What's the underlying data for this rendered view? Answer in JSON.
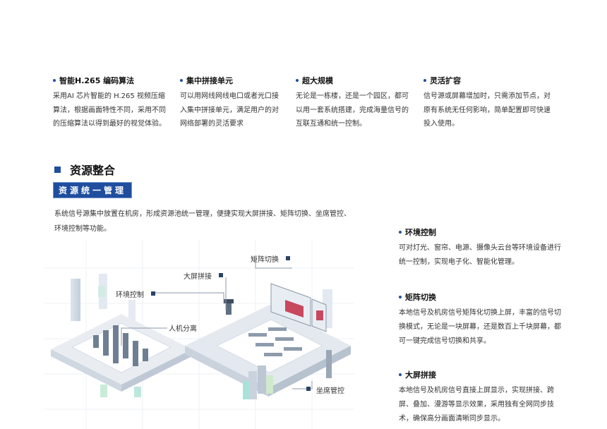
{
  "features": [
    {
      "title": "智能H.265 编码算法",
      "desc": "采用AI 芯片智能的 H.265 视频压缩算法，根据画面特性不同，采用不同的压缩算法以得到最好的视觉体验。"
    },
    {
      "title": "集中拼接单元",
      "desc": "可以用网线网线电口或者光口接入集中拼接单元，满足用户的对网络部署的灵活要求"
    },
    {
      "title": "超大规模",
      "desc": "无论是一栋楼，还是一个园区，都可以用一套系统搭建，完成海量信号的互联互通和统一控制。"
    },
    {
      "title": "灵活扩容",
      "desc": "信号源或屏幕增加时，只需添加节点，对原有系统无任何影响，简单配置即可快速投入使用。"
    }
  ],
  "section": {
    "heading": "资源整合",
    "tag": "资源统一管理",
    "intro": "系统信号源集中放置在机房，形成资源池统一管理，便捷实现大屏拼接、矩阵切换、坐席管控、环境控制等功能。"
  },
  "illustration": {
    "labels": {
      "matrix": "矩阵切换",
      "bigscreen": "大屏拼接",
      "env": "环境控制",
      "separation": "人机分离",
      "seat": "坐席管控"
    }
  },
  "side_items": [
    {
      "title": "环境控制",
      "desc": "可对灯光、窗帘、电源、摄像头云台等环境设备进行统一控制，实现电子化、智能化管理。"
    },
    {
      "title": "矩阵切换",
      "desc": "本地信号及机房信号矩阵化切换上屏，丰富的信号切换模式，无论是一块屏幕，还是数百上千块屏幕，都可一键完成信号切换和共享。"
    },
    {
      "title": "大屏拼接",
      "desc": "本地信号及机房信号直接上屏显示，实现拼接、跨屏、叠加、漫游等显示效果，采用独有全网同步技术，确保高分画面清晰同步显示。"
    }
  ],
  "colors": {
    "accent": "#1f4e9e",
    "marker": "#2a4466"
  }
}
